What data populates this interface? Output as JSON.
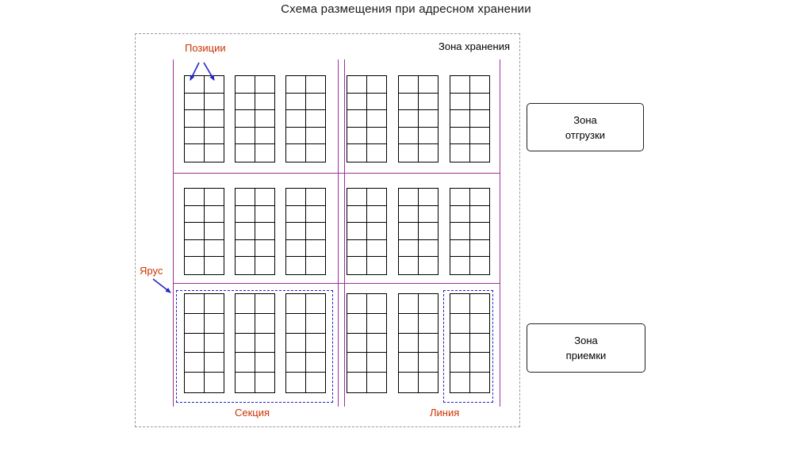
{
  "title": "Схема размещения при адресном хранении",
  "storage_zone_label": "Зона хранения",
  "labels": {
    "positions": "Позиции",
    "tier": "Ярус",
    "section": "Секция",
    "line": "Линия"
  },
  "zones": {
    "shipping": {
      "line1": "Зона",
      "line2": "отгрузки"
    },
    "receiving": {
      "line1": "Зона",
      "line2": "приемки"
    }
  },
  "colors": {
    "label_red": "#cc3300",
    "arrow_blue": "#2222cc",
    "structure_purple": "#993399",
    "dashed_gray": "#9a9a9a",
    "grid_black": "#000000"
  },
  "grid_config": {
    "tiers": 3,
    "groups_per_tier": 2,
    "racks_per_group": 3,
    "columns_per_rack": 2,
    "rows_per_rack": 5
  }
}
